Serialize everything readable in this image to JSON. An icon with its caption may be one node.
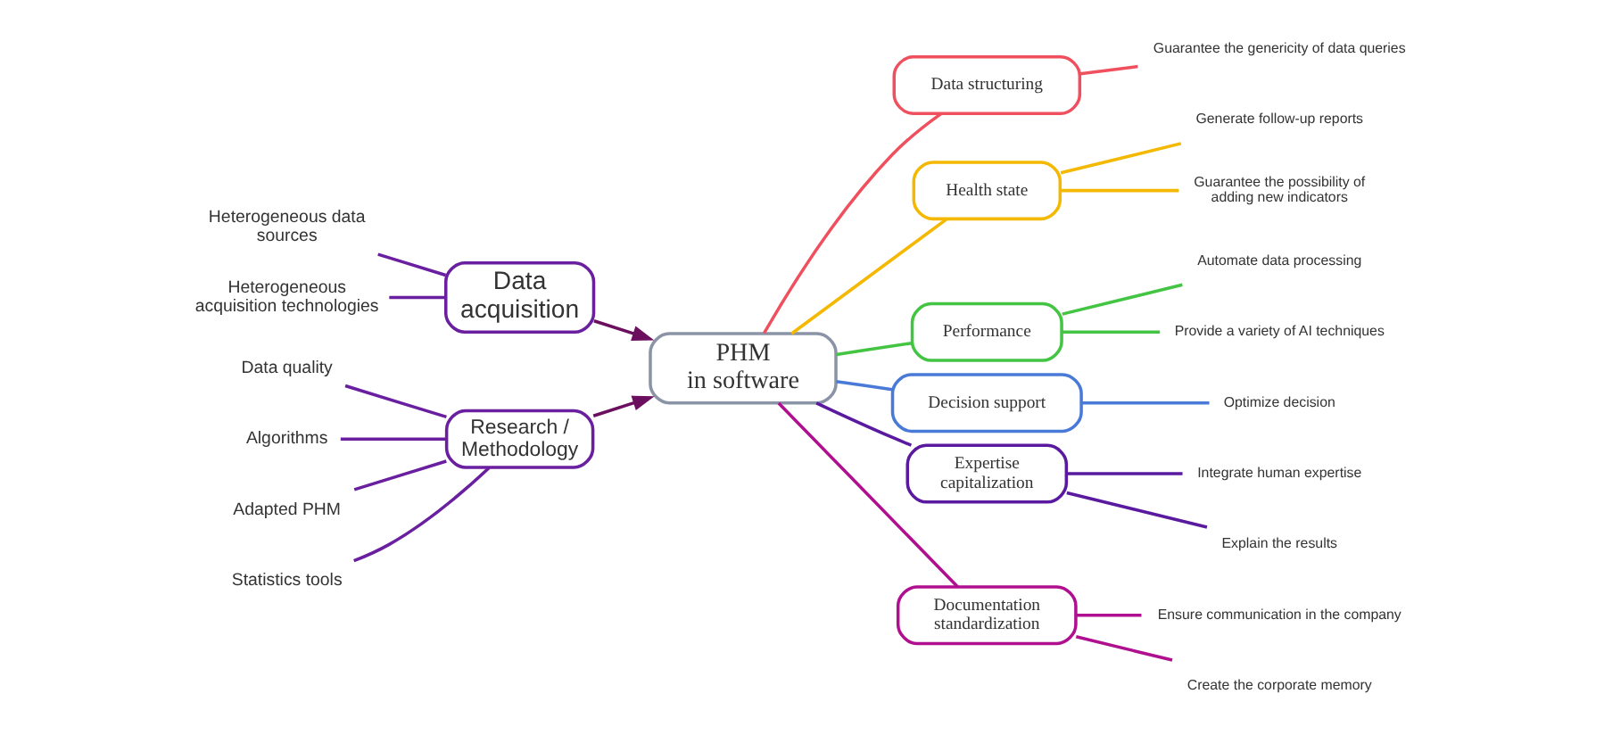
{
  "diagram": {
    "nodes": [
      {
        "text": [
          "PHM in software"
        ]
      },
      {
        "text": [
          "Data acquisition"
        ]
      },
      {
        "text": [
          "Heterogeneous data sources"
        ]
      },
      {
        "text": [
          "Heterogeneous acquisition technologies"
        ]
      },
      {
        "text": [
          "Research / Methodology"
        ]
      },
      {
        "text": [
          "Data quality"
        ]
      },
      {
        "text": [
          "Algorithms"
        ]
      },
      {
        "text": [
          "Adapted PHM"
        ]
      },
      {
        "text": [
          "Statistics tools"
        ]
      },
      {
        "text": [
          "Data structuring"
        ]
      },
      {
        "text": [
          "Guarantee the genericity of data queries"
        ]
      },
      {
        "text": [
          "Health state"
        ]
      },
      {
        "text": [
          "Generate follow-up reports"
        ]
      },
      {
        "text": [
          "Guarantee the possibility of adding new indicators"
        ]
      },
      {
        "text": [
          "Performance"
        ]
      },
      {
        "text": [
          "Automate data processing"
        ]
      },
      {
        "text": [
          "Provide a variety of AI techniques"
        ]
      },
      {
        "text": [
          "Decision support"
        ]
      },
      {
        "text": [
          "Optimize decision"
        ]
      },
      {
        "text": [
          "Expertise capitalization"
        ]
      },
      {
        "text": [
          "Integrate human expertise"
        ]
      },
      {
        "text": [
          "Explain the results"
        ]
      },
      {
        "text": [
          "Documentation standardization"
        ]
      },
      {
        "text": [
          "Ensure communication in the company"
        ]
      },
      {
        "text": [
          "Create the corporate memory"
        ]
      }
    ],
    "edges": [
      {
        "from": 2,
        "to": 1,
        "arrow": "none",
        "color": "#6a1fa0"
      },
      {
        "from": 3,
        "to": 1,
        "arrow": "none",
        "color": "#6a1fa0"
      },
      {
        "from": 1,
        "to": 0,
        "arrow": "to",
        "color": "#6b0f5e"
      },
      {
        "from": 5,
        "to": 4,
        "arrow": "none",
        "color": "#6a1fa0"
      },
      {
        "from": 6,
        "to": 4,
        "arrow": "none",
        "color": "#6a1fa0"
      },
      {
        "from": 7,
        "to": 4,
        "arrow": "none",
        "color": "#6a1fa0"
      },
      {
        "from": 8,
        "to": 4,
        "arrow": "none",
        "color": "#6a1fa0"
      },
      {
        "from": 4,
        "to": 0,
        "arrow": "to",
        "color": "#6b0f5e"
      },
      {
        "from": 0,
        "to": 9,
        "arrow": "none",
        "color": "#f0505e"
      },
      {
        "from": 9,
        "to": 10,
        "arrow": "none",
        "color": "#f0505e"
      },
      {
        "from": 0,
        "to": 11,
        "arrow": "none",
        "color": "#f5b800"
      },
      {
        "from": 11,
        "to": 12,
        "arrow": "none",
        "color": "#f5b800"
      },
      {
        "from": 11,
        "to": 13,
        "arrow": "none",
        "color": "#f5b800"
      },
      {
        "from": 0,
        "to": 14,
        "arrow": "none",
        "color": "#43c443"
      },
      {
        "from": 14,
        "to": 15,
        "arrow": "none",
        "color": "#43c443"
      },
      {
        "from": 14,
        "to": 16,
        "arrow": "none",
        "color": "#43c443"
      },
      {
        "from": 0,
        "to": 17,
        "arrow": "none",
        "color": "#4a7ad8"
      },
      {
        "from": 17,
        "to": 18,
        "arrow": "none",
        "color": "#4a7ad8"
      },
      {
        "from": 0,
        "to": 19,
        "arrow": "none",
        "color": "#5a1aa0"
      },
      {
        "from": 19,
        "to": 20,
        "arrow": "none",
        "color": "#5a1aa0"
      },
      {
        "from": 19,
        "to": 21,
        "arrow": "none",
        "color": "#5a1aa0"
      },
      {
        "from": 0,
        "to": 22,
        "arrow": "none",
        "color": "#b0108f"
      },
      {
        "from": 22,
        "to": 23,
        "arrow": "none",
        "color": "#b0108f"
      },
      {
        "from": 22,
        "to": 24,
        "arrow": "none",
        "color": "#b0108f"
      }
    ]
  }
}
